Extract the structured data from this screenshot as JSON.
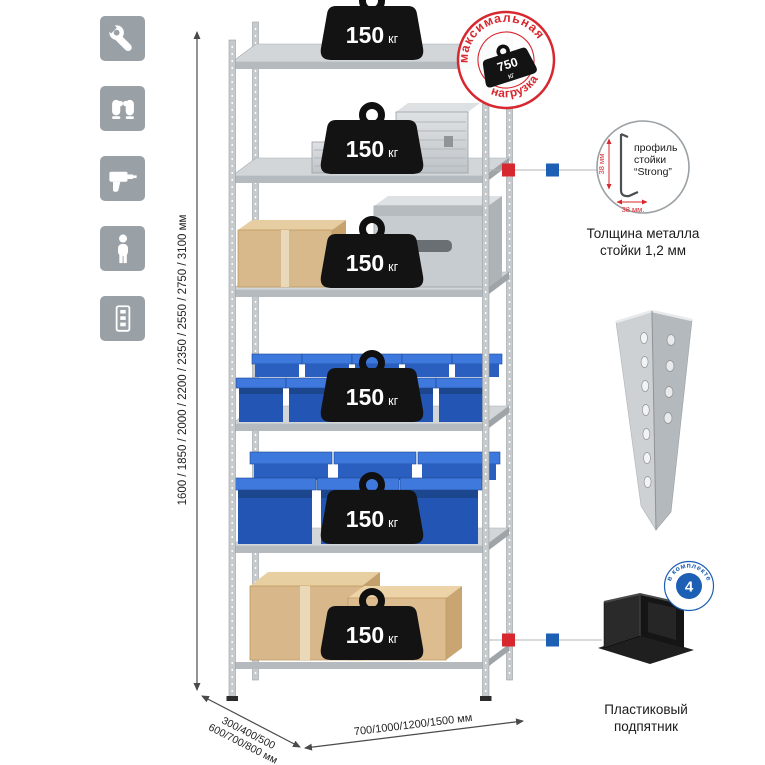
{
  "sidebar": {
    "icons": [
      {
        "name": "wrench"
      },
      {
        "name": "gloves"
      },
      {
        "name": "drill"
      },
      {
        "name": "person"
      },
      {
        "name": "rack-profile"
      }
    ]
  },
  "rack": {
    "shelf_count": 6,
    "shelves": [
      {
        "load": "150",
        "unit": "кг"
      },
      {
        "load": "150",
        "unit": "кг"
      },
      {
        "load": "150",
        "unit": "кг"
      },
      {
        "load": "150",
        "unit": "кг"
      },
      {
        "load": "150",
        "unit": "кг"
      },
      {
        "load": "150",
        "unit": "кг"
      }
    ]
  },
  "stamp": {
    "top": "максимальная",
    "bottom": "нагрузка",
    "value": "750",
    "unit": "кг"
  },
  "dimensions": {
    "height": "1600 / 1850 / 2000 / 2200 / 2350 / 2550 / 2750 / 3100 мм",
    "depth_line1": "300/400/500",
    "depth_line2": "600/700/800 мм",
    "width": "700/1000/1200/1500 мм"
  },
  "profile_callout": {
    "line1": "профиль",
    "line2": "стойки",
    "line3": "“Strong”",
    "dim_vertical": "38 мм",
    "dim_horizontal": "38 мм.",
    "caption_line1": "Толщина металла",
    "caption_line2": "стойки 1,2 мм"
  },
  "foot_callout": {
    "badge_value": "4",
    "badge_text": "в комплекте",
    "caption_line1": "Пластиковый",
    "caption_line2": "подпятник"
  },
  "colors": {
    "accent_red": "#d7282f",
    "accent_blue": "#1d5fb4",
    "metal_gray": "#c6cacd"
  }
}
